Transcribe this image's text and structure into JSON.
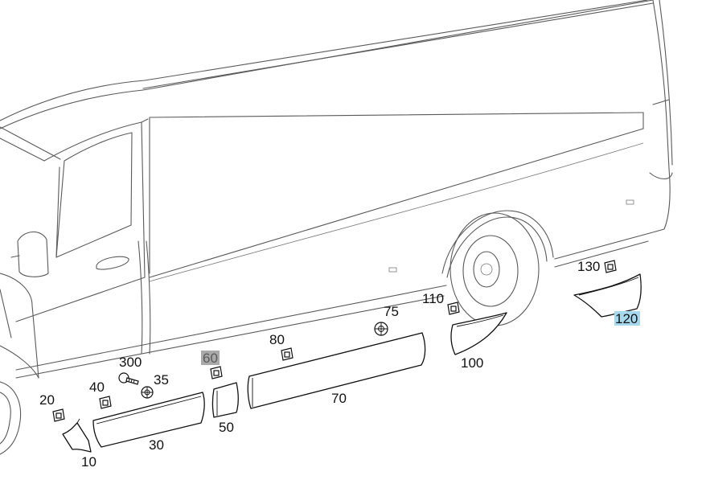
{
  "labels": {
    "p10": "10",
    "p20": "20",
    "p30": "30",
    "p35": "35",
    "p40": "40",
    "p50": "50",
    "p60": "60",
    "p70": "70",
    "p75": "75",
    "p80": "80",
    "p100": "100",
    "p110": "110",
    "p120": "120",
    "p130": "130",
    "p300": "300"
  },
  "highlights": {
    "p60": "#a9a9a9",
    "p120": "#a6d8ee"
  }
}
